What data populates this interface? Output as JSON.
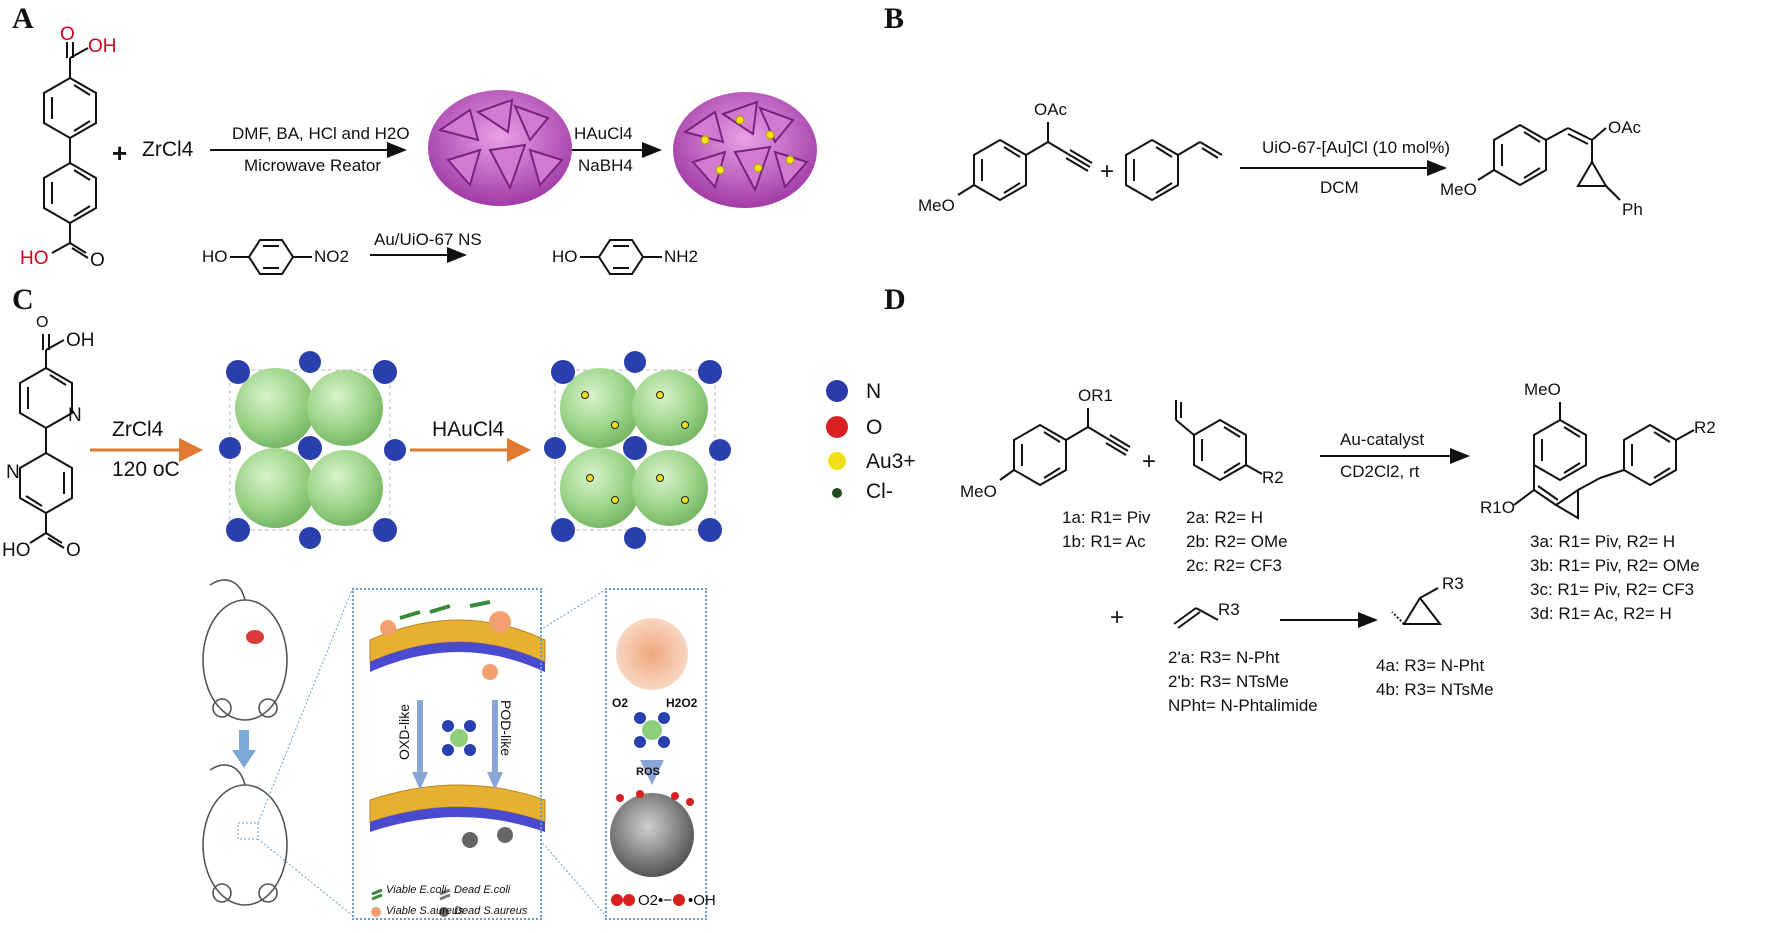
{
  "panels": {
    "a": "A",
    "b": "B",
    "c": "C",
    "d": "D"
  },
  "panel_a": {
    "cooh_top": "O",
    "oh_top": "OH",
    "cooh_bottom": "O",
    "ho_bottom": "HO",
    "plus": "+",
    "reagent": "ZrCl4",
    "cond_top": "DMF, BA, HCl and H2O",
    "cond_bottom": "Microwave Reator",
    "step2_top": "HAuCl4",
    "step2_bottom": "NaBH4",
    "reduction_left": "HO",
    "reduction_no2": "NO2",
    "reduction_cat": "Au/UiO-67 NS",
    "reduction_right_ho": "HO",
    "reduction_nh2": "NH2"
  },
  "panel_b": {
    "oac_top": "OAc",
    "meo": "MeO",
    "plus": "+",
    "catalyst": "UiO-67-[Au]Cl (10 mol%)",
    "solvent": "DCM",
    "prod_oac": "OAc",
    "prod_meo": "MeO",
    "prod_ph": "Ph"
  },
  "panel_c": {
    "oh": "OH",
    "o_top": "O",
    "n1": "N",
    "n2": "N",
    "ho": "HO",
    "o_bottom": "O",
    "step1": "ZrCl4",
    "temp": "120 oC",
    "step2": "HAuCl4",
    "legend": [
      {
        "label": "N",
        "color": "#2b3aa8"
      },
      {
        "label": "O",
        "color": "#d92020"
      },
      {
        "label": "Au3+",
        "color": "#f2e01a"
      },
      {
        "label": "Cl-",
        "color": "#1f4d1f"
      }
    ],
    "oxd": "OXD-like",
    "pod": "POD-like",
    "o2": "O2",
    "h2o2": "H2O2",
    "ros": "ROS",
    "key_viable_ecoli": "Viable E.coli",
    "key_dead_ecoli": "Dead E.coli",
    "key_viable_saureus": "Viable S.aureus",
    "key_dead_saureus": "Dead S.aureus",
    "key_superoxide": "O2•−",
    "key_hydroxyl": "•OH"
  },
  "panel_d": {
    "or1": "OR1",
    "meo": "MeO",
    "plus1": "+",
    "r2": "R2",
    "catalyst": "Au-catalyst",
    "solvent": "CD2Cl2, rt",
    "prod_meo": "MeO",
    "prod_r2": "R2",
    "prod_r1o": "R1O",
    "s1a": "1a: R1= Piv",
    "s1b": "1b: R1= Ac",
    "s2a": "2a: R2= H",
    "s2b": "2b: R2= OMe",
    "s2c": "2c: R2= CF3",
    "p3a": "3a: R1= Piv, R2= H",
    "p3b": "3b: R1= Piv, R2= OMe",
    "p3c": "3c: R1= Piv, R2= CF3",
    "p3d": "3d: R1= Ac, R2= H",
    "plus2": "+",
    "r3": "R3",
    "p4r3": "R3",
    "s2pa": "2'a: R3= N-Pht",
    "s2pb": "2'b: R3= NTsMe",
    "npht": "NPht= N-Phtalimide",
    "p4a": "4a: R3= N-Pht",
    "p4b": "4b: R3= NTsMe"
  }
}
